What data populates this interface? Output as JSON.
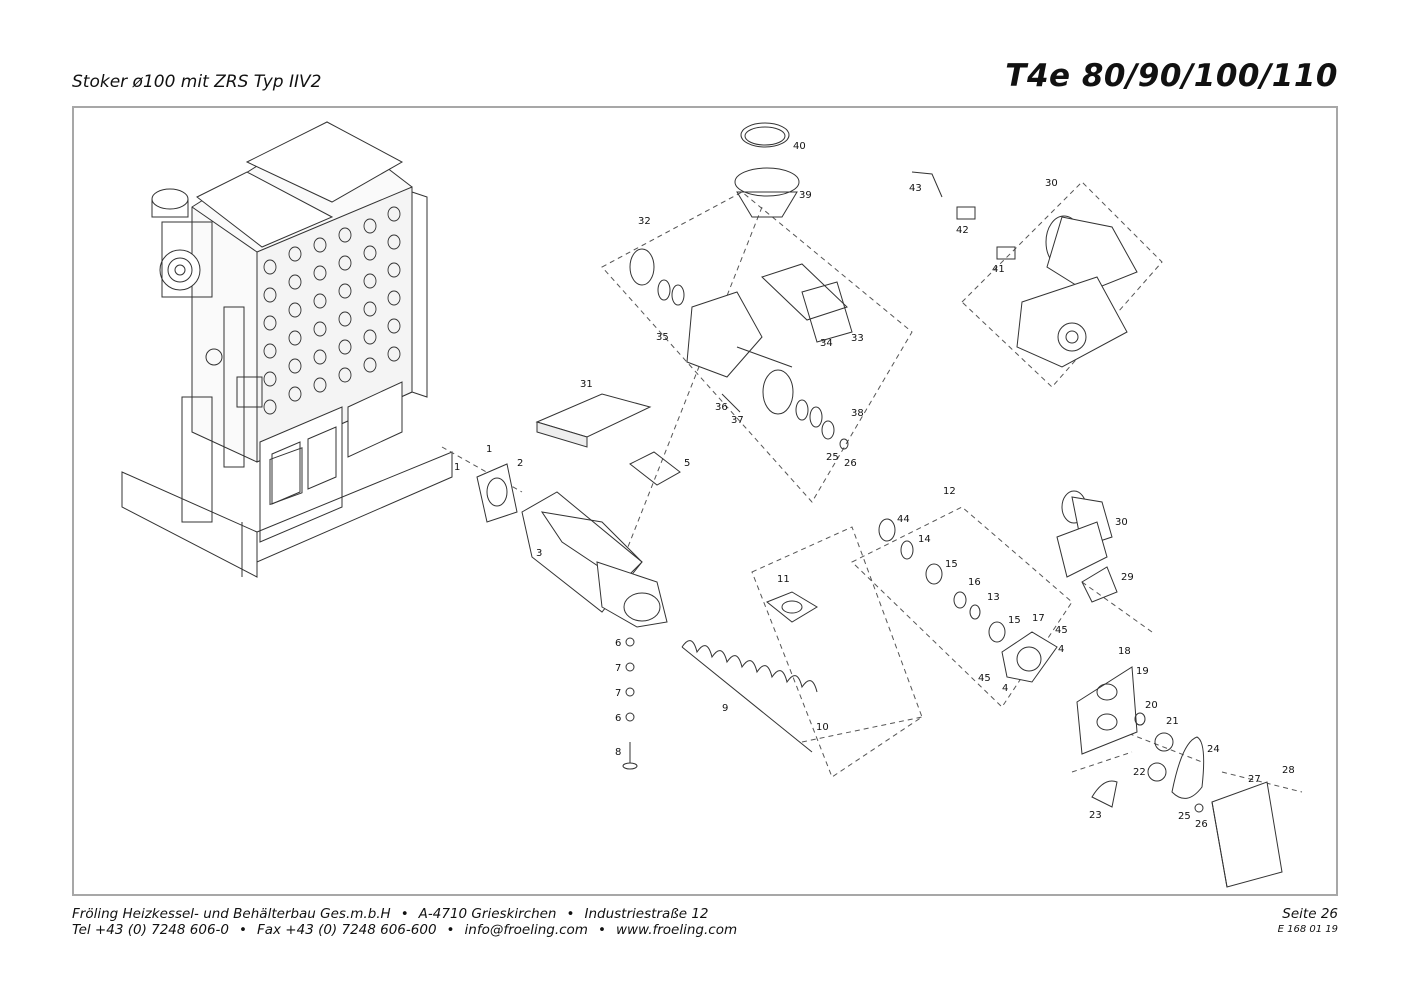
{
  "header": {
    "subtitle": "Stoker ø100 mit ZRS Typ IIV2",
    "title": "T4e 80/90/100/110"
  },
  "footer": {
    "line1": [
      "Fröling Heizkessel- und Behälterbau Ges.m.b.H",
      "A-4710 Grieskirchen",
      "Industriestraße 12"
    ],
    "line2": [
      "Tel +43 (0) 7248 606-0",
      "Fax +43 (0) 7248 606-600",
      "info@froeling.com",
      "www.froeling.com"
    ],
    "page": "Seite 26",
    "doc_number": "E 168 01 19"
  },
  "part_labels": [
    "1",
    "1",
    "2",
    "3",
    "4",
    "4",
    "5",
    "6",
    "6",
    "7",
    "7",
    "8",
    "9",
    "10",
    "11",
    "12",
    "13",
    "14",
    "15",
    "15",
    "16",
    "17",
    "18",
    "19",
    "20",
    "21",
    "22",
    "23",
    "24",
    "25",
    "25",
    "26",
    "26",
    "27",
    "28",
    "29",
    "30",
    "30",
    "31",
    "32",
    "33",
    "34",
    "35",
    "36",
    "37",
    "38",
    "39",
    "40",
    "41",
    "42",
    "43",
    "44",
    "45",
    "45"
  ]
}
